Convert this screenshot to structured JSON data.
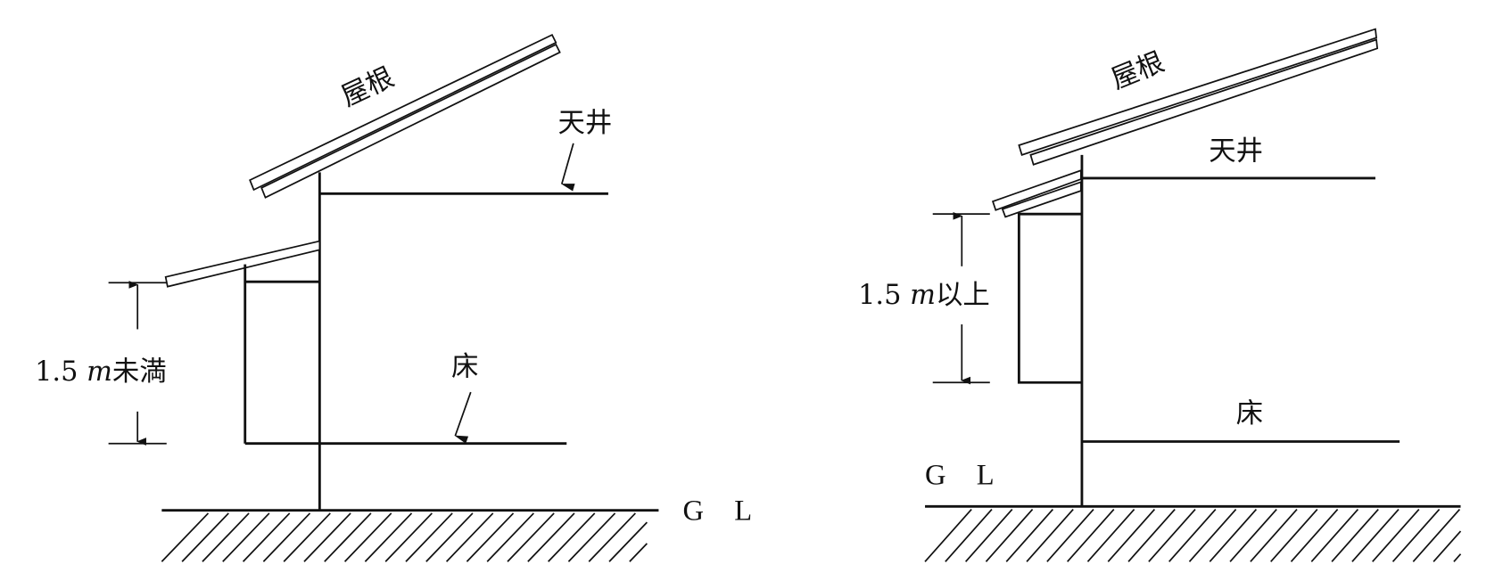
{
  "diagrams": [
    {
      "roof_label": "屋根",
      "ceiling_label": "天井",
      "floor_label": "床",
      "ground_label": "G L",
      "dimension_label": {
        "value": "1.5 ",
        "unit": "m",
        "qualifier": "未満"
      }
    },
    {
      "roof_label": "屋根",
      "ceiling_label": "天井",
      "floor_label": "床",
      "ground_label": "G L",
      "dimension_label": {
        "value": "1.5 ",
        "unit": "m",
        "qualifier": "以上"
      }
    }
  ]
}
